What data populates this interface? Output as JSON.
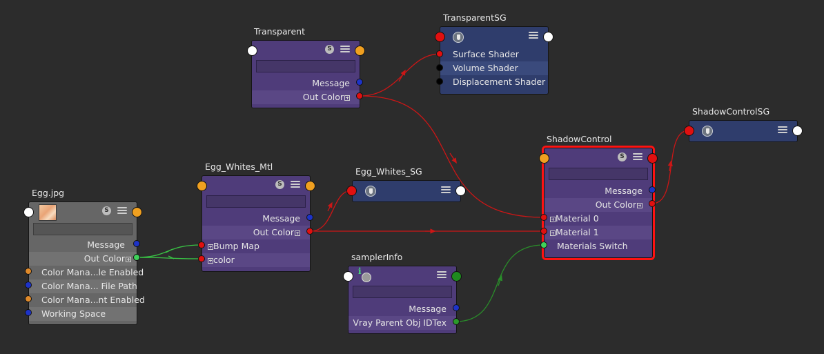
{
  "colors": {
    "background": "#2c2c2c",
    "shader_node": "#4f3c7a",
    "shading_group_node": "#2f3d6c",
    "texture_node": "#666666",
    "selected_outline": "#ff1212",
    "port_red": "#e01010",
    "port_blue": "#1d33c8",
    "port_orange": "#f0a020",
    "port_white": "#ffffff",
    "port_green": "#3fd15a",
    "port_dark_green": "#2b9a2b",
    "wire_red": "#cc1616",
    "wire_green": "#39c445",
    "wire_dark_green": "#2a8d2a"
  },
  "nodes": {
    "transparent": {
      "title": "Transparent",
      "icons": [
        "swatch-icon",
        "attribute-stack-icon"
      ],
      "rows": [
        "Message",
        "Out Color"
      ]
    },
    "transparent_sg": {
      "title": "TransparentSG",
      "icons": [
        "shading-group-icon",
        "attribute-stack-icon"
      ],
      "rows": [
        "Surface Shader",
        "Volume Shader",
        "Displacement Shader"
      ]
    },
    "shadow_control": {
      "title": "ShadowControl",
      "icons": [
        "swatch-icon",
        "attribute-stack-icon"
      ],
      "rows": [
        "Message",
        "Out Color",
        "Material 0",
        "Material 1",
        "Materials Switch"
      ]
    },
    "shadow_control_sg": {
      "title": "ShadowControlSG",
      "icons": [
        "shading-group-icon",
        "attribute-stack-icon"
      ]
    },
    "egg_whites_mtl": {
      "title": "Egg_Whites_Mtl",
      "icons": [
        "swatch-icon",
        "attribute-stack-icon"
      ],
      "rows": [
        "Message",
        "Out Color",
        "Bump Map",
        "color"
      ]
    },
    "egg_whites_sg": {
      "title": "Egg_Whites_SG",
      "icons": [
        "shading-group-icon",
        "attribute-stack-icon"
      ]
    },
    "egg_jpg": {
      "title": "Egg.jpg",
      "icons": [
        "texture-thumbnail-icon",
        "swatch-icon",
        "attribute-stack-icon"
      ],
      "rows": [
        "Message",
        "Out Color",
        "Color Mana...le Enabled",
        "Color Mana... File Path",
        "Color Mana...nt Enabled",
        "Working Space"
      ]
    },
    "sampler_info": {
      "title": "samplerInfo",
      "icons": [
        "info-icon",
        "attribute-stack-icon"
      ],
      "rows": [
        "Message",
        "Vray Parent Obj IDTex"
      ]
    }
  },
  "connections": [
    {
      "from": "Transparent.Out Color",
      "to": "TransparentSG.Surface Shader",
      "color": "red"
    },
    {
      "from": "Transparent.Out Color",
      "to": "ShadowControl.Material 0",
      "color": "red"
    },
    {
      "from": "Egg_Whites_Mtl.Out Color",
      "to": "Egg_Whites_SG",
      "color": "red"
    },
    {
      "from": "Egg_Whites_Mtl.Out Color",
      "to": "ShadowControl.Material 1",
      "color": "red"
    },
    {
      "from": "ShadowControl.Out Color",
      "to": "ShadowControlSG",
      "color": "red"
    },
    {
      "from": "Egg.jpg.Out Color",
      "to": "Egg_Whites_Mtl.Bump Map",
      "color": "green"
    },
    {
      "from": "Egg.jpg.Out Color",
      "to": "Egg_Whites_Mtl.color",
      "color": "green"
    },
    {
      "from": "samplerInfo.Vray Parent Obj IDTex",
      "to": "ShadowControl.Materials Switch",
      "color": "dark-green"
    }
  ]
}
